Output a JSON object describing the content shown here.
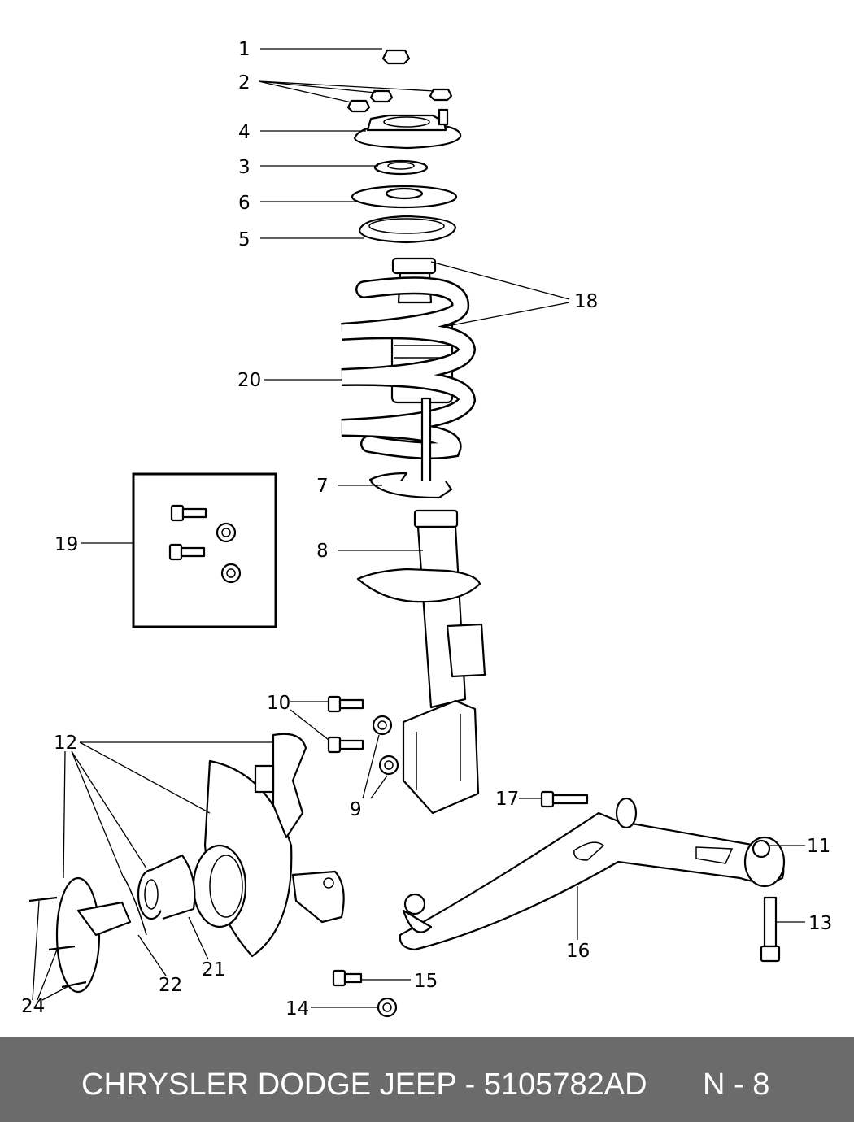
{
  "callouts": {
    "c1": "1",
    "c2": "2",
    "c3": "3",
    "c4": "4",
    "c5": "5",
    "c6": "6",
    "c7": "7",
    "c8": "8",
    "c9": "9",
    "c10": "10",
    "c11": "11",
    "c12": "12",
    "c13": "13",
    "c14": "14",
    "c15": "15",
    "c16": "16",
    "c17": "17",
    "c18": "18",
    "c19": "19",
    "c20": "20",
    "c21": "21",
    "c22": "22",
    "c24": "24"
  },
  "footer": {
    "caption": "CHRYSLER DODGE JEEP - 5105782AD",
    "page": "N - 8",
    "background": "#6b6b6b",
    "text_color": "#ffffff"
  }
}
